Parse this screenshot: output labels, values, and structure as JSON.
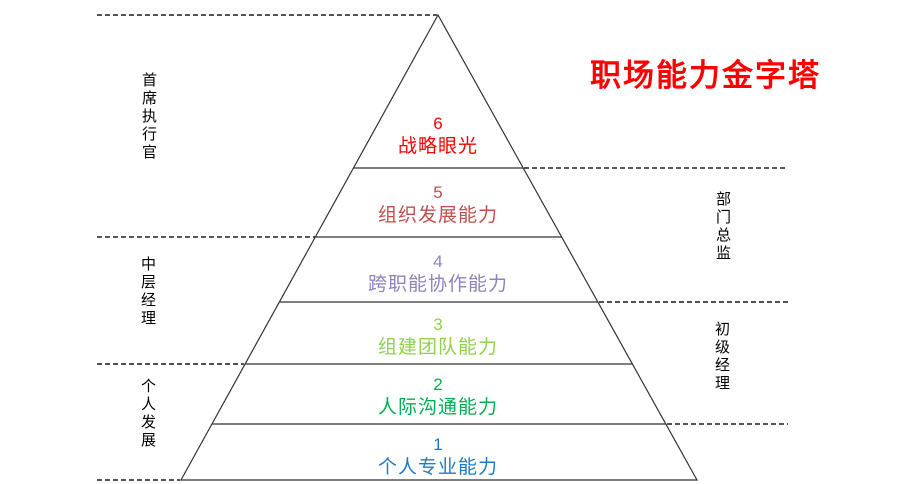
{
  "title": {
    "text": "职场能力金字塔",
    "color": "#ff0000"
  },
  "pyramid": {
    "levels": [
      {
        "number": "6",
        "label": "战略眼光",
        "color": "#ff0000"
      },
      {
        "number": "5",
        "label": "组织发展能力",
        "color": "#c0504d"
      },
      {
        "number": "4",
        "label": "跨职能协作能力",
        "color": "#9082be"
      },
      {
        "number": "3",
        "label": "组建团队能力",
        "color": "#92d050"
      },
      {
        "number": "2",
        "label": "人际沟通能力",
        "color": "#00b050"
      },
      {
        "number": "1",
        "label": "个人专业能力",
        "color": "#1f7ac4"
      }
    ]
  },
  "left_labels": [
    {
      "text": "首席执行官"
    },
    {
      "text": "中层经理"
    },
    {
      "text": "个人发展"
    }
  ],
  "right_labels": [
    {
      "text": "部门总监"
    },
    {
      "text": "初级经理"
    }
  ],
  "colors": {
    "line": "#333333",
    "dash": "#1a1a1a",
    "background": "#ffffff"
  }
}
